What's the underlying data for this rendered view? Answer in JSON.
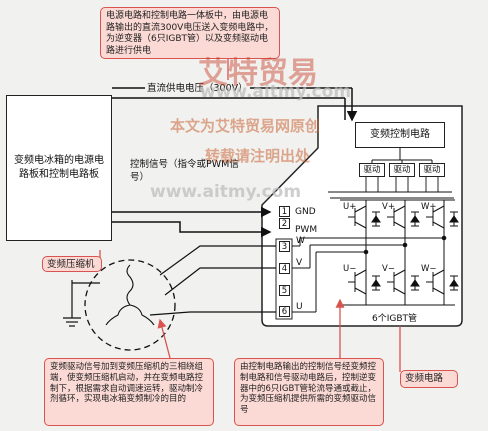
{
  "callouts": {
    "top": "电源电路和控制电路一体板中，由电源电路输出的直流300V电压送入变频电路中，为逆变器（6只IGBT管）以及变频驱动电路进行供电",
    "bottom_left": "变频驱动信号加到变频压缩机的三相绕组端，使变频压缩机启动，并在变频电路控制下，根据需求自动调速运转，驱动制冷剂循环，实现电冰箱变频制冷的目的",
    "bottom_middle": "由控制电路输出的控制信号经变频控制电路和信号驱动电路后，控制逆变器中的6只IGBT管轮流导通或截止，为变频压缩机提供所需的变频驱动信号",
    "compressor_label": "变频压缩机",
    "circuit_label": "变频电路"
  },
  "blocks": {
    "power_control_board": "变频电冰箱的电源电路板和控制电路板",
    "inverter_control": "变频控制电路"
  },
  "signals": {
    "dc_supply": "直流供电电压（300V）",
    "control_signal": "控制信号（指令或PWM信号）",
    "gnd": "GND",
    "pwm": "PWM"
  },
  "pins": {
    "p1": "1",
    "p2": "2",
    "p3": "3",
    "p4": "4",
    "p5": "5",
    "p6": "6",
    "w": "W",
    "v": "V",
    "u": "U"
  },
  "drivers": [
    "驱动",
    "驱动",
    "驱动"
  ],
  "igbt": {
    "u_plus": "U+",
    "v_plus": "V+",
    "w_plus": "W+",
    "u_minus": "U−",
    "v_minus": "V−",
    "w_minus": "W−",
    "caption": "6个IGBT管"
  },
  "watermarks": {
    "brand": "艾特贸易",
    "url1": "www.aitmy.com",
    "notice1": "本文为艾特贸易网原创",
    "notice2": "转载请注明出处",
    "url2": "www.aitmy.com"
  },
  "colors": {
    "callout_fill": "#fbd9d4",
    "callout_border": "#d9534f",
    "wire": "#111111",
    "watermark": "#dc5028"
  }
}
